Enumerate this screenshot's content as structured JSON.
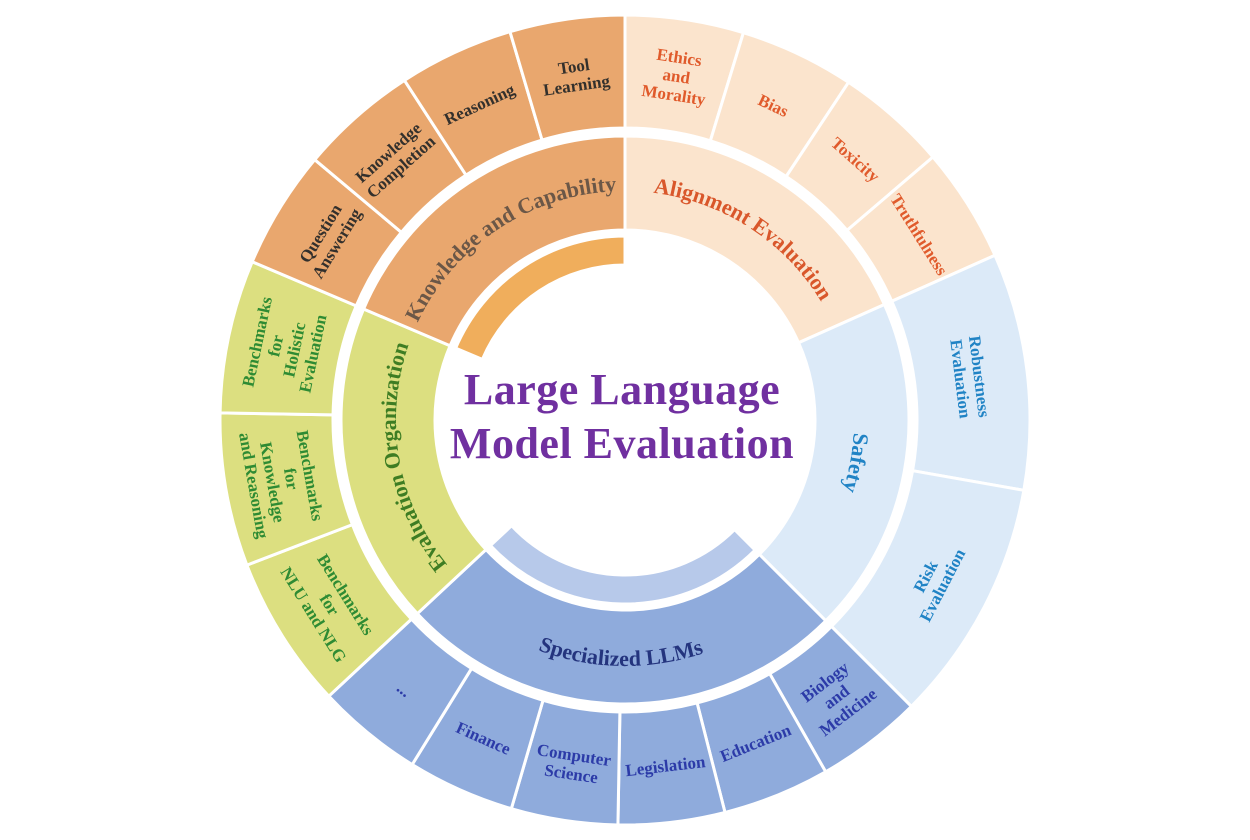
{
  "figure": {
    "title": {
      "lines": [
        "Large Language",
        "Model Evaluation"
      ],
      "color": "#7030A0"
    },
    "categories": [
      {
        "id": "alignment-evaluation",
        "label": "Alignment Evaluation",
        "start": 0,
        "end": 66,
        "ring_color": "#FBE4CD",
        "segment_color": "#FBE4CD",
        "label_color": "#D9572B",
        "sub_label_color": "#E05A2B",
        "lip_color": "",
        "children": [
          {
            "id": "ethics-and-morality",
            "lines": [
              "Ethics",
              "and",
              "Morality"
            ],
            "start": 0,
            "end": 17
          },
          {
            "id": "bias",
            "lines": [
              "Bias"
            ],
            "start": 17,
            "end": 33.5
          },
          {
            "id": "toxicity",
            "lines": [
              "Toxicity"
            ],
            "start": 33.5,
            "end": 49.5
          },
          {
            "id": "truthfulness",
            "lines": [
              "Truthfulness"
            ],
            "start": 49.5,
            "end": 66
          }
        ]
      },
      {
        "id": "safety",
        "label": "Safety",
        "start": 66,
        "end": 135,
        "ring_color": "#DCEAF8",
        "segment_color": "#DCEAF8",
        "label_color": "#2083C5",
        "sub_label_color": "#2083C5",
        "lip_color": "",
        "children": [
          {
            "id": "robustness-evaluation",
            "lines": [
              "Robustness",
              "Evaluation"
            ],
            "start": 66,
            "end": 100
          },
          {
            "id": "risk-evaluation",
            "lines": [
              "Risk",
              "Evaluation"
            ],
            "start": 100,
            "end": 135
          }
        ]
      },
      {
        "id": "specialized-llms",
        "label": "Specialized LLMs",
        "start": 135,
        "end": 227,
        "ring_color": "#8FABDC",
        "segment_color": "#8FABDC",
        "label_color": "#24347E",
        "sub_label_color": "#2C3BA8",
        "lip_color": "#B7C9EA",
        "label_direction": "ccw",
        "children": [
          {
            "id": "biology-and-medicine",
            "lines": [
              "Biology",
              "and",
              "Medicine"
            ],
            "start": 135,
            "end": 150.3
          },
          {
            "id": "education",
            "lines": [
              "Education"
            ],
            "start": 150.3,
            "end": 165.7
          },
          {
            "id": "legislation",
            "lines": [
              "Legislation"
            ],
            "start": 165.7,
            "end": 181
          },
          {
            "id": "computer-science",
            "lines": [
              "Computer",
              "Science"
            ],
            "start": 181,
            "end": 196.3
          },
          {
            "id": "finance",
            "lines": [
              "Finance"
            ],
            "start": 196.3,
            "end": 211.7
          },
          {
            "id": "more",
            "lines": [
              "..."
            ],
            "start": 211.7,
            "end": 227
          }
        ]
      },
      {
        "id": "evaluation-organization",
        "label": "Evaluation Organization",
        "start": 227,
        "end": 293,
        "ring_color": "#DCDF80",
        "segment_color": "#DCDF80",
        "label_color": "#3E7D23",
        "sub_label_color": "#2E8B33",
        "lip_color": "",
        "children": [
          {
            "id": "benchmarks-for-nlu-and-nlg",
            "lines": [
              "Benchmarks",
              "for",
              "NLU and NLG"
            ],
            "start": 227,
            "end": 249
          },
          {
            "id": "benchmarks-for-knowledge-and-reasoning",
            "lines": [
              "Benchmarks",
              "for",
              "Knowledge",
              "and Reasoning"
            ],
            "start": 249,
            "end": 271
          },
          {
            "id": "benchmarks-for-holistic-evaluation",
            "lines": [
              "Benchmarks",
              "for",
              "Holistic",
              "Evaluation"
            ],
            "start": 271,
            "end": 293
          }
        ]
      },
      {
        "id": "knowledge-and-capability",
        "label": "Knowledge and Capability",
        "start": 293,
        "end": 360,
        "ring_color": "#E9A76E",
        "segment_color": "#E9A76E",
        "label_color": "#6B5747",
        "sub_label_color": "#33302C",
        "lip_color": "#F0AE5C",
        "children": [
          {
            "id": "question-answering",
            "lines": [
              "Question",
              "Answering"
            ],
            "start": 293,
            "end": 310
          },
          {
            "id": "knowledge-completion",
            "lines": [
              "Knowledge",
              "Completion"
            ],
            "start": 310,
            "end": 327
          },
          {
            "id": "reasoning",
            "lines": [
              "Reasoning"
            ],
            "start": 327,
            "end": 343.5
          },
          {
            "id": "tool-learning",
            "lines": [
              "Tool",
              "Learning"
            ],
            "start": 343.5,
            "end": 360
          }
        ]
      }
    ]
  }
}
